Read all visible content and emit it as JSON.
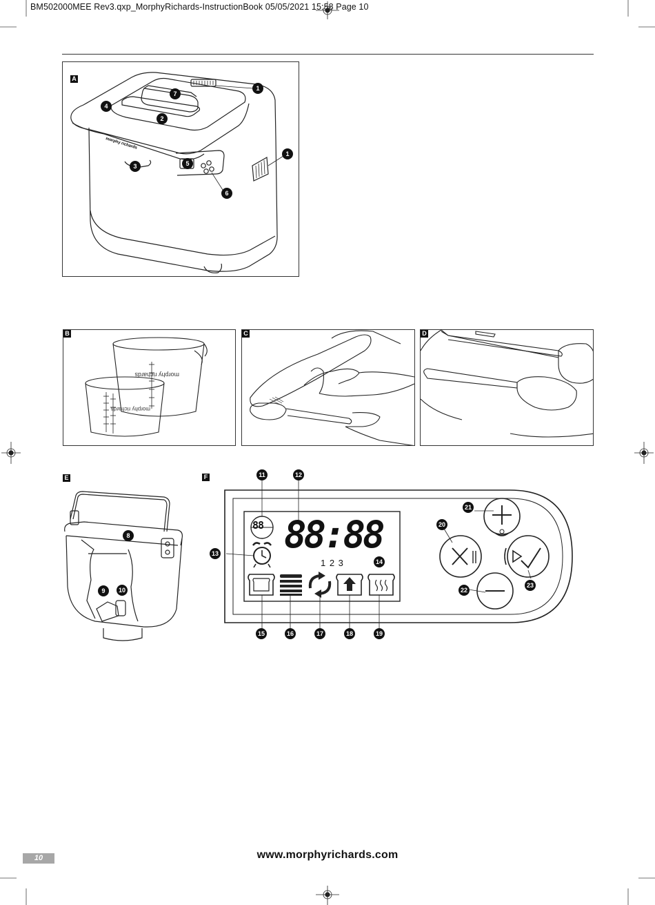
{
  "header": {
    "slug": "BM502000MEE Rev3.qxp_MorphyRichards-InstructionBook  05/05/2021  15:58  Page 10"
  },
  "figures": {
    "A": {
      "label": "A",
      "brand": "morphy richards",
      "callouts": [
        "1",
        "7",
        "4",
        "2",
        "3",
        "5",
        "6",
        "1"
      ]
    },
    "B": {
      "label": "B",
      "brand_back": "morphy richards",
      "brand_front": "morphy richards"
    },
    "C": {
      "label": "C"
    },
    "D": {
      "label": "D"
    },
    "E": {
      "label": "E",
      "callouts": [
        "8",
        "9",
        "10"
      ]
    },
    "F": {
      "label": "F",
      "display": {
        "small_digits": "88",
        "main_digits": "88:88",
        "stages": "1 2 3"
      },
      "callouts": [
        "11",
        "12",
        "13",
        "14",
        "15",
        "16",
        "17",
        "18",
        "19",
        "20",
        "21",
        "22",
        "23"
      ]
    }
  },
  "footer": {
    "page_number": "10",
    "url": "www.morphyrichards.com"
  }
}
